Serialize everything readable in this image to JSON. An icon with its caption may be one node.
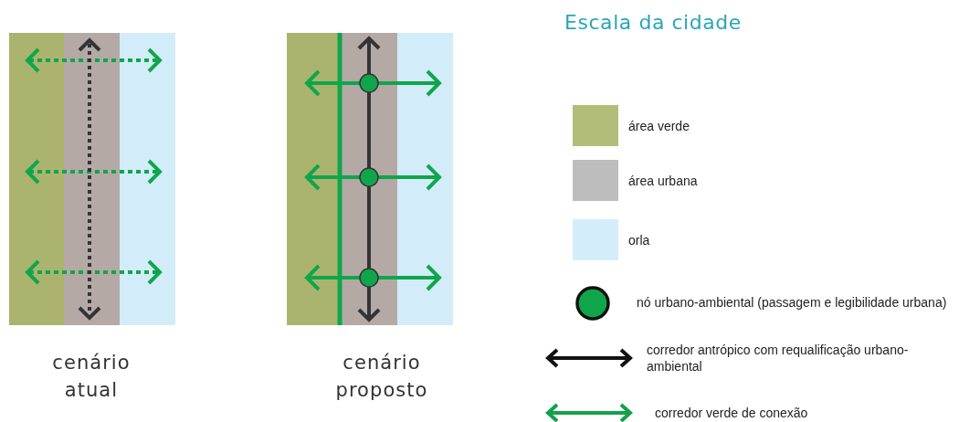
{
  "diagram": {
    "title": "Escala da cidade",
    "labels": [
      "cenário atual",
      "cenário proposto"
    ],
    "legend": [
      {
        "text": "área verde",
        "color": "#b2bd79"
      },
      {
        "text": "área urbana",
        "color": "#bdbdbd"
      },
      {
        "text": "orla",
        "color": "#d3eefa"
      },
      {
        "text": "nó urbano-ambiental (passagem e legibilidade urbana)"
      },
      {
        "text": "corredor antrópico com requalificação urbano-ambiental"
      },
      {
        "text": "corredor verde de conexão"
      }
    ]
  }
}
